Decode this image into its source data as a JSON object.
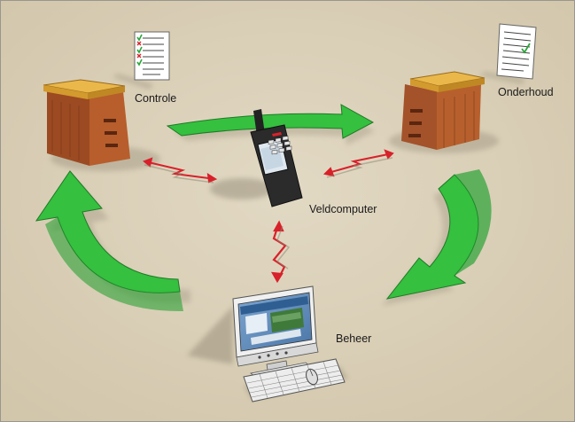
{
  "labels": {
    "controle": "Controle",
    "onderhoud": "Onderhoud",
    "veldcomputer": "Veldcomputer",
    "beheer": "Beheer"
  },
  "icons": [
    "checklist-icon",
    "maintenance-checklist-icon",
    "handheld-computer-icon",
    "desktop-computer-icon",
    "keyboard-icon",
    "mouse-icon",
    "tree-box-icon",
    "wireless-signal-icon",
    "cycle-arrow-icon"
  ],
  "colors": {
    "ground": "#ddd3bd",
    "arrow_green": "#35c03f",
    "signal_red": "#d8212a",
    "box_wood": "#a4522a",
    "box_lid": "#eab84a"
  }
}
